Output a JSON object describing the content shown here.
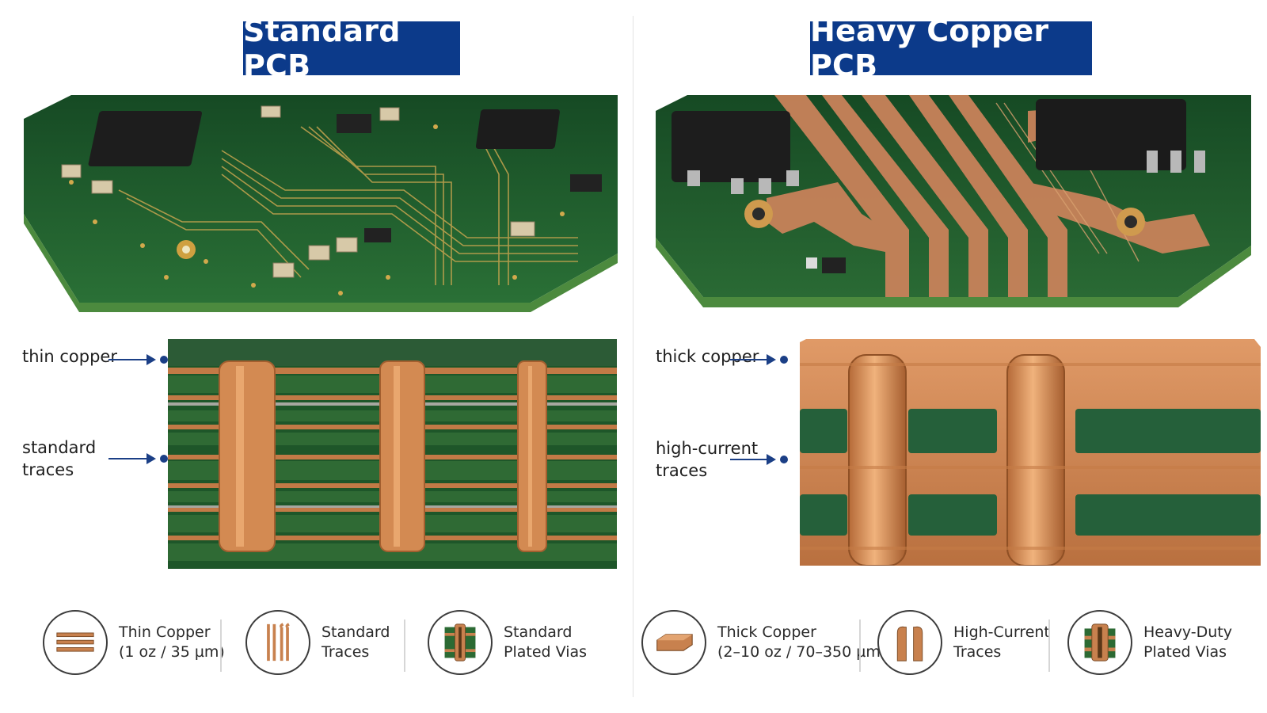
{
  "standard": {
    "title": "Standard PCB",
    "callouts": [
      "thin copper",
      "standard traces"
    ],
    "legend": [
      {
        "icon": "layered-copper-icon",
        "lines": [
          "Thin Copper",
          "(1 oz / 35 µm)"
        ]
      },
      {
        "icon": "thin-traces-icon",
        "lines": [
          "Standard",
          "Traces"
        ]
      },
      {
        "icon": "plated-via-icon",
        "lines": [
          "Standard",
          "Plated Vias"
        ]
      }
    ]
  },
  "heavy": {
    "title": "Heavy Copper PCB",
    "callouts": [
      "thick copper",
      "high-current traces"
    ],
    "legend": [
      {
        "icon": "copper-slab-icon",
        "lines": [
          "Thick Copper",
          "(2–10 oz / 70–350 µm)"
        ]
      },
      {
        "icon": "thick-traces-icon",
        "lines": [
          "High-Current",
          "Traces"
        ]
      },
      {
        "icon": "heavy-via-icon",
        "lines": [
          "Heavy-Duty",
          "Plated Vias"
        ]
      }
    ]
  },
  "colors": {
    "title_bg": "#0c3a8a",
    "arrow": "#1b3f86",
    "board_green": "#1f5a2c",
    "copper": "#c8814e"
  }
}
